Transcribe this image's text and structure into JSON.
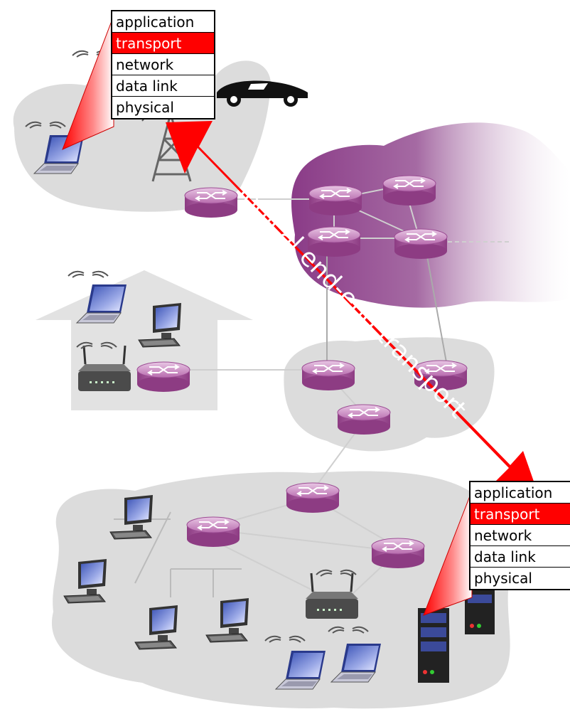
{
  "arrow": {
    "label": "logical end-end transport",
    "color": "#ff0000"
  },
  "stacks": {
    "top": {
      "layers": [
        "application",
        "transport",
        "network",
        "data link",
        "physical"
      ],
      "highlight_index": 1
    },
    "bottom": {
      "layers": [
        "application",
        "transport",
        "network",
        "data link",
        "physical"
      ],
      "highlight_index": 1
    }
  },
  "colors": {
    "router": "#a14f96",
    "cloud_gray": "#dcdcdc",
    "house_gray": "#e2e2e2",
    "isp_purple": "#8a3b87",
    "highlight_red": "#ff0000"
  },
  "icons": [
    "laptop-icon",
    "desktop-icon",
    "router-icon",
    "wifi-router-icon",
    "cell-tower-icon",
    "car-icon",
    "server-icon"
  ]
}
